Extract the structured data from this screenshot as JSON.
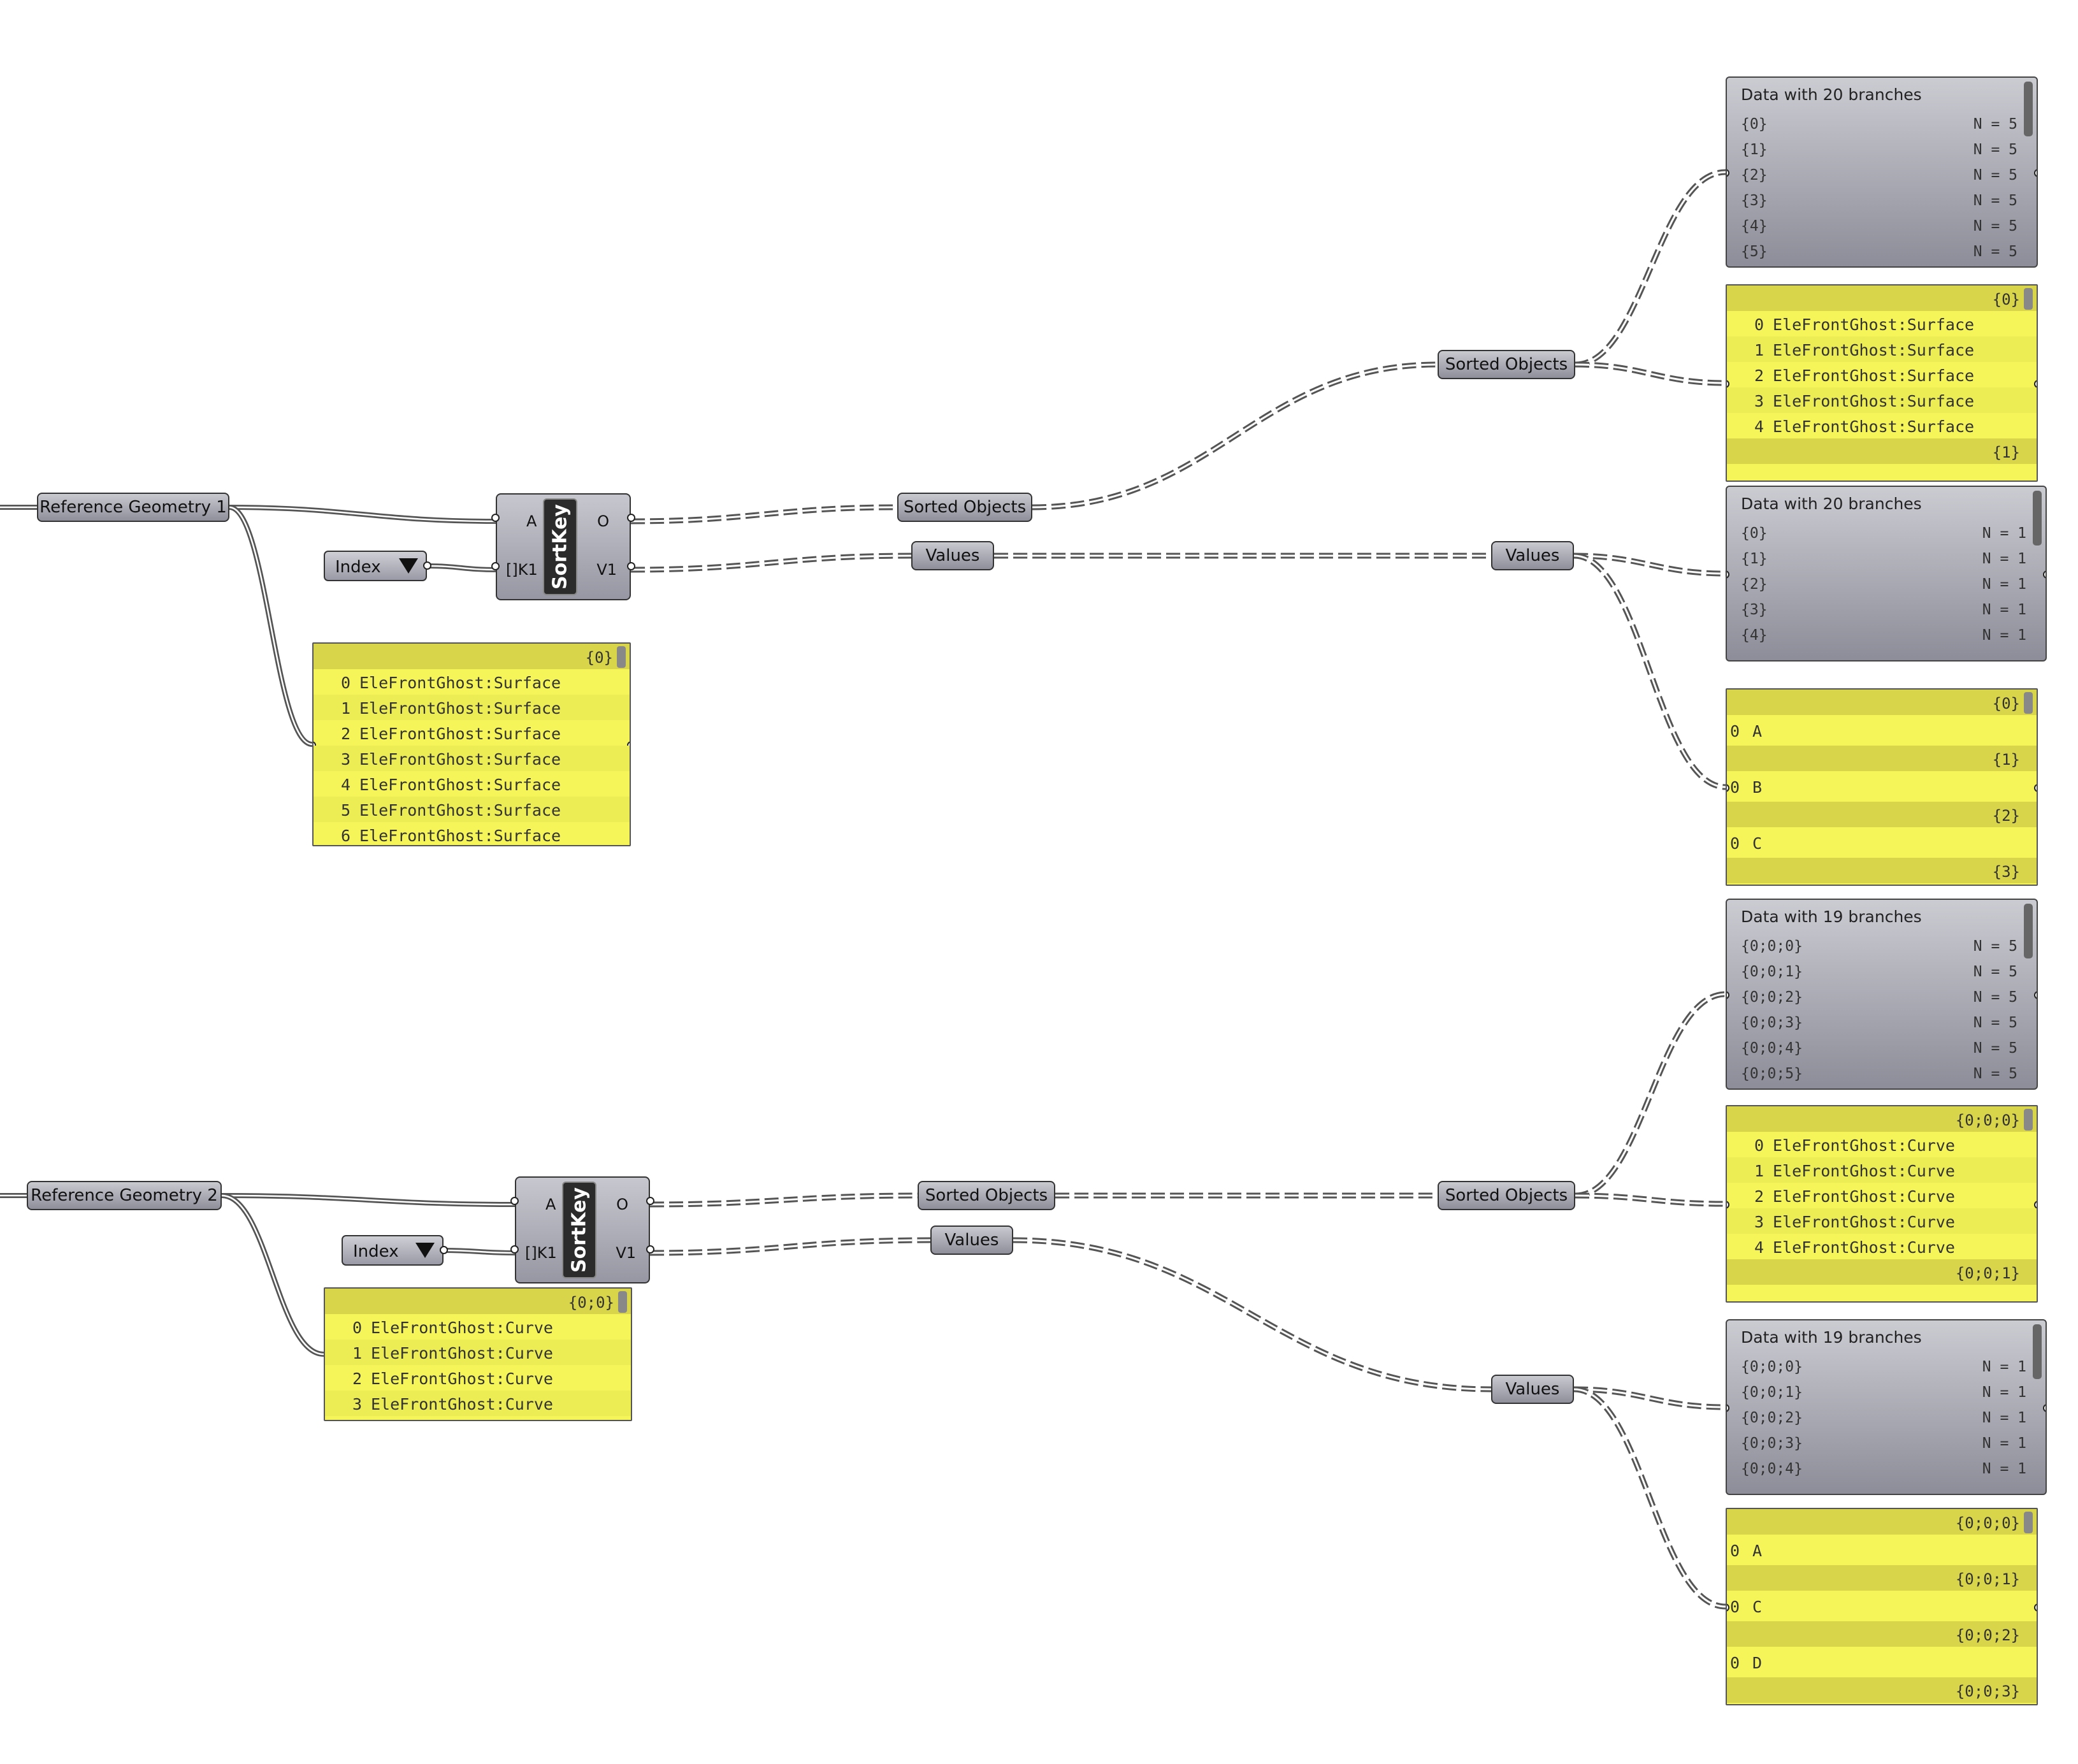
{
  "groups": [
    {
      "reference_label": "Reference Geometry 1",
      "dropdown_label": "Index",
      "component": {
        "name": "SortKey",
        "in_a": "A",
        "in_k": "[]K1",
        "out_o": "O",
        "out_v": "V1"
      },
      "sorted_relay": "Sorted Objects",
      "values_relay": "Values",
      "sorted_relay_2": "Sorted Objects",
      "values_relay_2": "Values",
      "input_panel": {
        "header": "{0}",
        "rows": [
          {
            "i": "0",
            "t": "EleFrontGhost:Surface"
          },
          {
            "i": "1",
            "t": "EleFrontGhost:Surface"
          },
          {
            "i": "2",
            "t": "EleFrontGhost:Surface"
          },
          {
            "i": "3",
            "t": "EleFrontGhost:Surface"
          },
          {
            "i": "4",
            "t": "EleFrontGhost:Surface"
          },
          {
            "i": "5",
            "t": "EleFrontGhost:Surface"
          },
          {
            "i": "6",
            "t": "EleFrontGhost:Surface"
          }
        ]
      },
      "tree_sorted": {
        "title": "Data with 20 branches",
        "rows": [
          {
            "b": "{0}",
            "n": "N = 5"
          },
          {
            "b": "{1}",
            "n": "N = 5"
          },
          {
            "b": "{2}",
            "n": "N = 5"
          },
          {
            "b": "{3}",
            "n": "N = 5"
          },
          {
            "b": "{4}",
            "n": "N = 5"
          },
          {
            "b": "{5}",
            "n": "N = 5"
          }
        ]
      },
      "sorted_panel": {
        "header": "{0}",
        "rows": [
          {
            "i": "0",
            "t": "EleFrontGhost:Surface"
          },
          {
            "i": "1",
            "t": "EleFrontGhost:Surface"
          },
          {
            "i": "2",
            "t": "EleFrontGhost:Surface"
          },
          {
            "i": "3",
            "t": "EleFrontGhost:Surface"
          },
          {
            "i": "4",
            "t": "EleFrontGhost:Surface"
          }
        ],
        "footer": "{1}"
      },
      "tree_values": {
        "title": "Data with 20 branches",
        "rows": [
          {
            "b": "{0}",
            "n": "N = 1"
          },
          {
            "b": "{1}",
            "n": "N = 1"
          },
          {
            "b": "{2}",
            "n": "N = 1"
          },
          {
            "b": "{3}",
            "n": "N = 1"
          },
          {
            "b": "{4}",
            "n": "N = 1"
          }
        ]
      },
      "values_panel": {
        "sections": [
          {
            "header": "{0}",
            "i": "0",
            "t": "A"
          },
          {
            "header": "{1}",
            "i": "0",
            "t": "B"
          },
          {
            "header": "{2}",
            "i": "0",
            "t": "C"
          }
        ],
        "footer": "{3}"
      }
    },
    {
      "reference_label": "Reference Geometry 2",
      "dropdown_label": "Index",
      "component": {
        "name": "SortKey",
        "in_a": "A",
        "in_k": "[]K1",
        "out_o": "O",
        "out_v": "V1"
      },
      "sorted_relay": "Sorted Objects",
      "values_relay": "Values",
      "sorted_relay_2": "Sorted Objects",
      "values_relay_2": "Values",
      "input_panel": {
        "header": "{0;0}",
        "rows": [
          {
            "i": "0",
            "t": "EleFrontGhost:Curve"
          },
          {
            "i": "1",
            "t": "EleFrontGhost:Curve"
          },
          {
            "i": "2",
            "t": "EleFrontGhost:Curve"
          },
          {
            "i": "3",
            "t": "EleFrontGhost:Curve"
          }
        ]
      },
      "tree_sorted": {
        "title": "Data with 19 branches",
        "rows": [
          {
            "b": "{0;0;0}",
            "n": "N = 5"
          },
          {
            "b": "{0;0;1}",
            "n": "N = 5"
          },
          {
            "b": "{0;0;2}",
            "n": "N = 5"
          },
          {
            "b": "{0;0;3}",
            "n": "N = 5"
          },
          {
            "b": "{0;0;4}",
            "n": "N = 5"
          },
          {
            "b": "{0;0;5}",
            "n": "N = 5"
          }
        ]
      },
      "sorted_panel": {
        "header": "{0;0;0}",
        "rows": [
          {
            "i": "0",
            "t": "EleFrontGhost:Curve"
          },
          {
            "i": "1",
            "t": "EleFrontGhost:Curve"
          },
          {
            "i": "2",
            "t": "EleFrontGhost:Curve"
          },
          {
            "i": "3",
            "t": "EleFrontGhost:Curve"
          },
          {
            "i": "4",
            "t": "EleFrontGhost:Curve"
          }
        ],
        "footer": "{0;0;1}"
      },
      "tree_values": {
        "title": "Data with 19 branches",
        "rows": [
          {
            "b": "{0;0;0}",
            "n": "N = 1"
          },
          {
            "b": "{0;0;1}",
            "n": "N = 1"
          },
          {
            "b": "{0;0;2}",
            "n": "N = 1"
          },
          {
            "b": "{0;0;3}",
            "n": "N = 1"
          },
          {
            "b": "{0;0;4}",
            "n": "N = 1"
          }
        ]
      },
      "values_panel": {
        "sections": [
          {
            "header": "{0;0;0}",
            "i": "0",
            "t": "A"
          },
          {
            "header": "{0;0;1}",
            "i": "0",
            "t": "C"
          },
          {
            "header": "{0;0;2}",
            "i": "0",
            "t": "D"
          }
        ],
        "footer": "{0;0;3}"
      }
    }
  ]
}
